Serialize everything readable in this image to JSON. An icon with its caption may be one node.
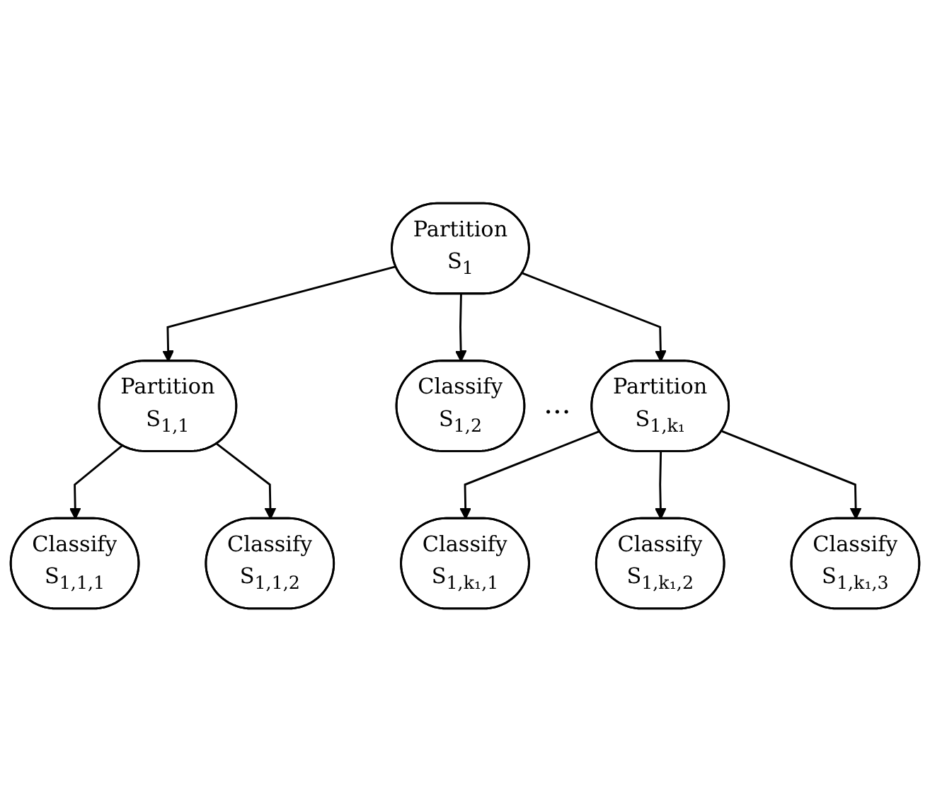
{
  "diagram": {
    "nodes": [
      {
        "text": [
          "Partition",
          "S$_{1}$"
        ]
      },
      {
        "text": [
          "Partition",
          "S$_{1,1}$"
        ]
      },
      {
        "text": [
          "Classify",
          "S$_{1,2}$"
        ]
      },
      {
        "text": [
          "Partition",
          "S$_{1,k₁}$"
        ]
      },
      {
        "text": [
          "Classify",
          "S$_{1,1,1}$"
        ]
      },
      {
        "text": [
          "Classify",
          "S$_{1,1,2}$"
        ]
      },
      {
        "text": [
          "Classify",
          "S$_{1,k₁,1}$"
        ]
      },
      {
        "text": [
          "Classify",
          "S$_{1,k₁,2}$"
        ]
      },
      {
        "text": [
          "Classify",
          "S$_{1,k₁,3}$"
        ]
      }
    ],
    "edges": [
      {
        "from": 0,
        "to": 1,
        "arrow": "to"
      },
      {
        "from": 0,
        "to": 2,
        "arrow": "to"
      },
      {
        "from": 0,
        "to": 3,
        "arrow": "to"
      },
      {
        "from": 1,
        "to": 4,
        "arrow": "to"
      },
      {
        "from": 1,
        "to": 5,
        "arrow": "to"
      },
      {
        "from": 3,
        "to": 6,
        "arrow": "to"
      },
      {
        "from": 3,
        "to": 7,
        "arrow": "to"
      },
      {
        "from": 3,
        "to": 8,
        "arrow": "to"
      }
    ],
    "labels": [
      "..."
    ]
  }
}
